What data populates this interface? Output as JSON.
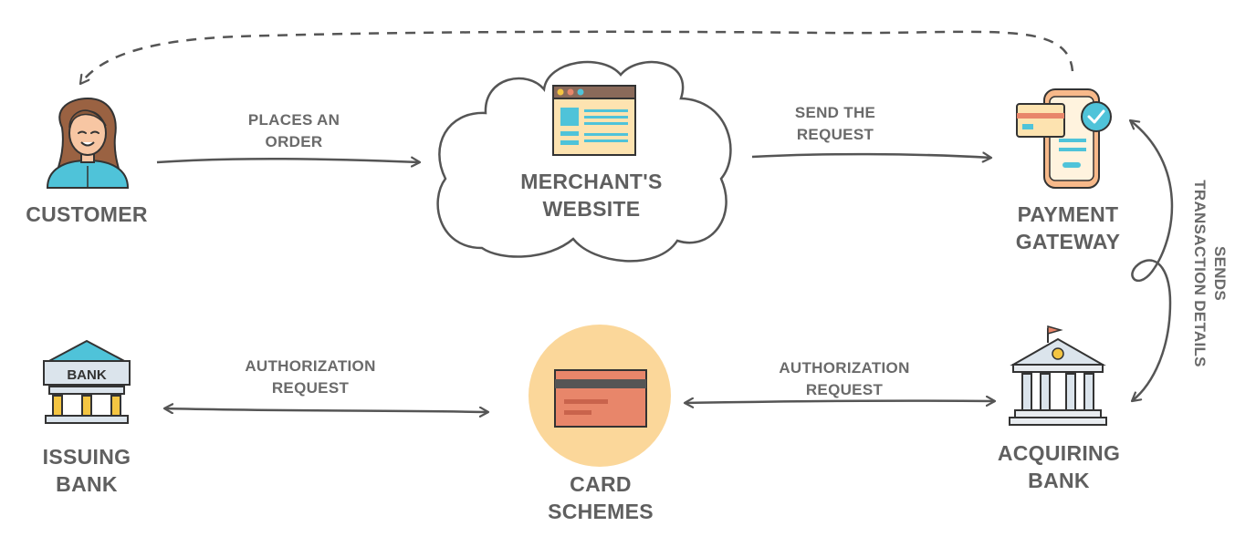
{
  "nodes": {
    "customer": "CUSTOMER",
    "merchant": [
      "MERCHANT'S",
      "WEBSITE"
    ],
    "gateway": [
      "PAYMENT",
      "GATEWAY"
    ],
    "issuing": [
      "ISSUING",
      "BANK"
    ],
    "card": [
      "CARD",
      "SCHEMES"
    ],
    "acquiring": [
      "ACQUIRING",
      "BANK"
    ]
  },
  "edges": {
    "places_order": [
      "PLACES AN",
      "ORDER"
    ],
    "send_request": [
      "SEND THE",
      "REQUEST"
    ],
    "auth_left": [
      "AUTHORIZATION",
      "REQUEST"
    ],
    "auth_right": [
      "AUTHORIZATION",
      "REQUEST"
    ],
    "sends_details": [
      "SENDS",
      "TRANSACTION DETAILS"
    ]
  },
  "icons": {
    "bank_sign": "BANK"
  },
  "colors": {
    "line": "#555555",
    "text": "#5f5f5f",
    "skin": "#f7c6a3",
    "hair": "#8b5a3c",
    "teal": "#4fc3d9",
    "cream": "#fde3b0",
    "orange": "#e8866a",
    "circle": "#fbd79a"
  }
}
